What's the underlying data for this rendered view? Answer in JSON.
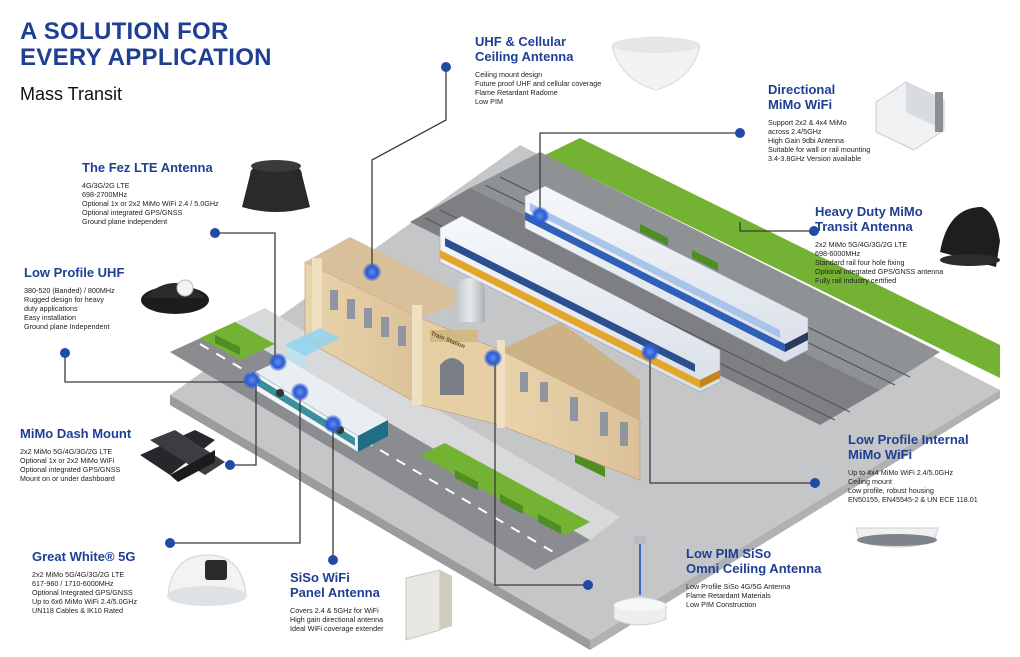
{
  "header": {
    "title_lines": [
      "A SOLUTION FOR",
      "EVERY APPLICATION"
    ],
    "subtitle": "Mass Transit"
  },
  "colors": {
    "title_blue": "#1f3f95",
    "connector_dark": "#333333",
    "dot_blue": "#1f4aa6"
  },
  "products": {
    "uhf_cellular": {
      "title_lines": [
        "UHF & Cellular",
        "Ceiling Antenna"
      ],
      "features": [
        "Ceiling mount design",
        "Future proof UHF and cellular coverage",
        "Flame Retardant Radome",
        "Low PIM"
      ],
      "icon": "ceiling-dome-antenna-icon"
    },
    "directional_mimo": {
      "title_lines": [
        "Directional",
        "MiMo WiFi"
      ],
      "features": [
        "Support 2x2 & 4x4 MiMo",
        "across 2.4/5GHz",
        "High Gain 9dbi Antenna",
        "Suitable for wall or rail mounting",
        "3.4-3.8GHz Version available"
      ],
      "icon": "directional-panel-antenna-icon"
    },
    "fez_lte": {
      "title_lines": [
        "The Fez LTE Antenna"
      ],
      "features": [
        "4G/3G/2G LTE",
        "698-2700MHz",
        "Optional 1x or 2x2 MiMo WiFi 2.4 / 5.0GHz",
        "Optional integrated GPS/GNSS",
        "Ground plane independent"
      ],
      "icon": "fez-antenna-icon"
    },
    "heavy_duty": {
      "title_lines": [
        "Heavy Duty MiMo",
        "Transit Antenna"
      ],
      "features": [
        "2x2 MiMo 5G/4G/3G/2G LTE",
        "698-6000MHz",
        "Standard rail four hole fixing",
        "Optional integrated GPS/GNSS antenna",
        "Fully rail industry certified"
      ],
      "icon": "shark-fin-antenna-icon"
    },
    "low_profile_uhf": {
      "title_lines": [
        "Low Profile UHF"
      ],
      "features": [
        "380-520 (Banded) / 800MHz",
        "Rugged design for heavy",
        "duty applications",
        "Easy installation",
        "Ground plane Independent"
      ],
      "icon": "low-profile-dome-antenna-icon"
    },
    "dash_mount": {
      "title_lines": [
        "MiMo Dash Mount"
      ],
      "features": [
        "2x2 MiMo 5G/4G/3G/2G LTE",
        "Optional 1x or 2x2 MiMo WiFi",
        "Optional integrated GPS/GNSS",
        "Mount on or under dashboard"
      ],
      "icon": "dash-mount-antenna-icon"
    },
    "low_profile_internal": {
      "title_lines": [
        "Low Profile Internal",
        "MiMo WiFi"
      ],
      "features": [
        "Up to 4x4 MiMo WiFi 2.4/5.0GHz",
        "Ceiling mount",
        "Low profile, robust housing",
        "EN50155, EN45545-2 & UN ECE 118.01"
      ],
      "icon": "flat-ceiling-antenna-icon"
    },
    "great_white": {
      "title_lines": [
        "Great White® 5G"
      ],
      "features": [
        "2x2 MiMo 5G/4G/3G/2G LTE",
        "617-960 / 1710-6000MHz",
        "Optional Integrated GPS/GNSS",
        "Up to 6x6 MiMo WiFi 2.4/5.0GHz",
        "UN118 Cables & IK10 Rated"
      ],
      "icon": "great-white-antenna-icon"
    },
    "siso_panel": {
      "title_lines": [
        "SiSo WiFi",
        "Panel Antenna"
      ],
      "features": [
        "Covers 2.4 & 5GHz for WiFi",
        "High gain directional antenna",
        "Ideal WiFi coverage extender"
      ],
      "icon": "panel-antenna-icon"
    },
    "low_pim_omni": {
      "title_lines": [
        "Low PIM SiSo",
        "Omni Ceiling Antenna"
      ],
      "features": [
        "Low Profile SiSo 4G/5G Antenna",
        "Flame Retardant Materials",
        "Low PIM Construction"
      ],
      "icon": "omni-ceiling-antenna-icon"
    }
  },
  "scene": {
    "station_sign": "Train Station"
  }
}
